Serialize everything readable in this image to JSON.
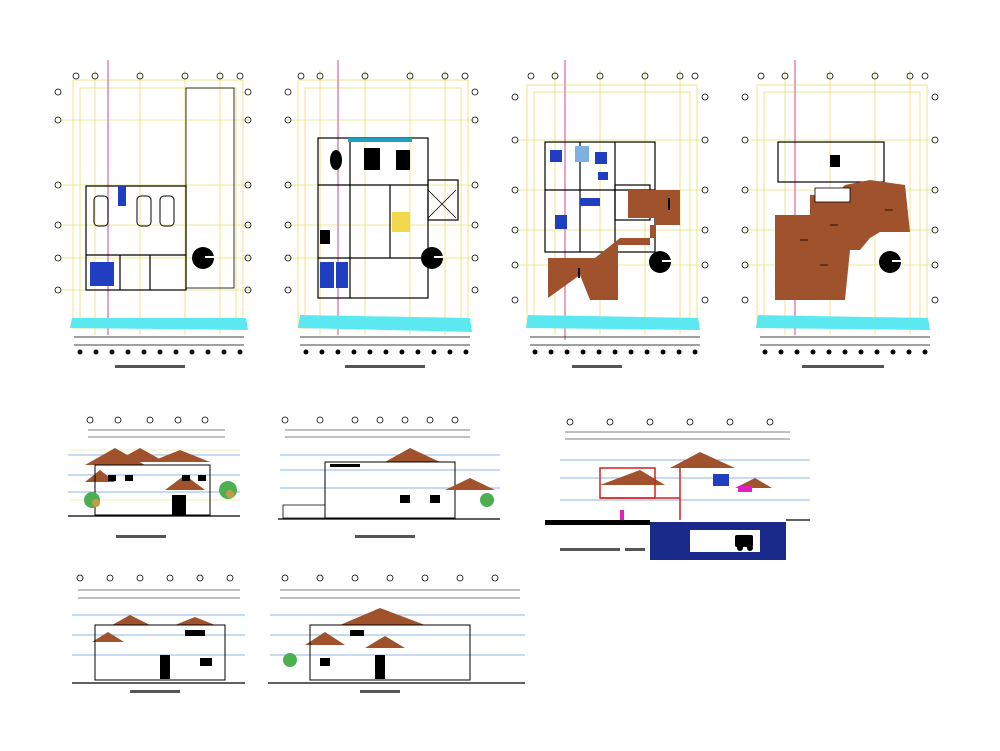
{
  "drawing": {
    "plans": [
      {
        "id": "plan-1",
        "title": "",
        "variant": "garage"
      },
      {
        "id": "plan-2",
        "title": "",
        "variant": "ground"
      },
      {
        "id": "plan-3",
        "title": "",
        "variant": "upper"
      },
      {
        "id": "plan-4",
        "title": "",
        "variant": "roof"
      }
    ],
    "elevations": [
      {
        "id": "elev-front",
        "title": ""
      },
      {
        "id": "elev-side",
        "title": ""
      },
      {
        "id": "elev-rear",
        "title": ""
      },
      {
        "id": "elev-left",
        "title": ""
      }
    ],
    "section": {
      "id": "section-1",
      "title": ""
    }
  },
  "colors": {
    "grid_yellow": "#e8e070",
    "wall": "#000000",
    "roof_brown": "#a0522d",
    "dim_blue": "#1f6fc7",
    "cyan_ground": "#5ce8f0",
    "axis_pink": "#e07aa8",
    "title_bar": "#555555",
    "section_blue": "#1a2a8a",
    "magenta": "#e020c0",
    "red_line": "#d22020",
    "tree_green": "#4caf50"
  }
}
